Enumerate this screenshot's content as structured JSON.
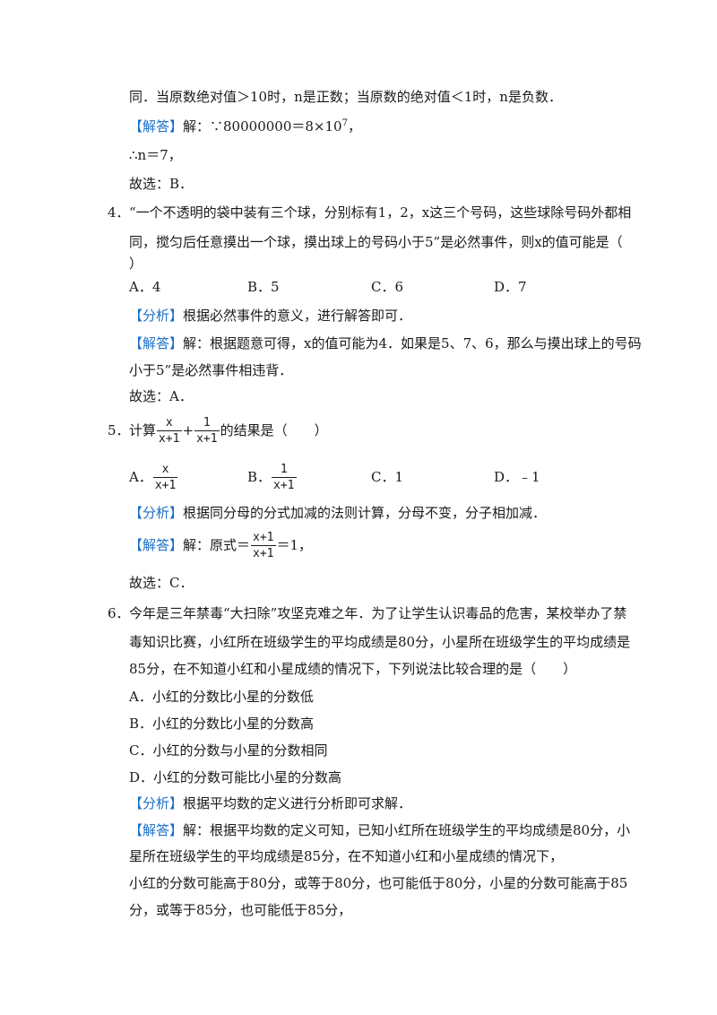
{
  "q3": {
    "cont": "同．当原数绝对值＞10时，n是正数；当原数的绝对值＜1时，n是负数．",
    "answer_tag": "【解答】",
    "answer_pre": "解：∵80000000＝8×10",
    "answer_sup": "7",
    "answer_post": "，",
    "step": "∴n＝7，",
    "choose": "故选：B．"
  },
  "q4": {
    "number": "4．",
    "text1": "“一个不透明的袋中装有三个球，分别标有1，2，x这三个号码，这些球除号码外都相",
    "text2": "同，搅匀后任意摸出一个球，摸出球上的号码小于5”是必然事件，则x的值可能是（",
    "text3": "）",
    "options": [
      "A．4",
      "B．5",
      "C．6",
      "D．7"
    ],
    "analysis_tag": "【分析】",
    "analysis": "根据必然事件的意义，进行解答即可．",
    "answer_tag": "【解答】",
    "answer1": "解：根据题意可得，x的值可能为4．如果是5、7、6，那么与摸出球上的号码",
    "answer2": "小于5”是必然事件相违背．",
    "choose": "故选：A．"
  },
  "q5": {
    "number": "5．",
    "text_pre": "计算",
    "frac1_num": "x",
    "frac1_den": "x+1",
    "plus": "+",
    "frac2_num": "1",
    "frac2_den": "x+1",
    "text_post": "的结果是（　　）",
    "optA_label": "A．",
    "optA_num": "x",
    "optA_den": "x+1",
    "optB_label": "B．",
    "optB_num": "1",
    "optB_den": "x+1",
    "optC": "C．1",
    "optD": "D．﹣1",
    "analysis_tag": "【分析】",
    "analysis": "根据同分母的分式加减的法则计算，分母不变，分子相加减．",
    "answer_tag": "【解答】",
    "answer_pre": "解：原式＝",
    "answer_num": "x+1",
    "answer_den": "x+1",
    "answer_post": "＝1，",
    "choose": "故选：C．"
  },
  "q6": {
    "number": "6．",
    "text1": "今年是三年禁毒“大扫除”攻坚克难之年．为了让学生认识毒品的危害，某校举办了禁",
    "text2": "毒知识比赛，小红所在班级学生的平均成绩是80分，小星所在班级学生的平均成绩是",
    "text3": "85分，在不知道小红和小星成绩的情况下，下列说法比较合理的是（　　）",
    "options": [
      "A．小红的分数比小星的分数低",
      "B．小红的分数比小星的分数高",
      "C．小红的分数与小星的分数相同",
      "D．小红的分数可能比小星的分数高"
    ],
    "analysis_tag": "【分析】",
    "analysis": "根据平均数的定义进行分析即可求解．",
    "answer_tag": "【解答】",
    "answer1": "解：根据平均数的定义可知，已知小红所在班级学生的平均成绩是80分，小",
    "answer2": "星所在班级学生的平均成绩是85分，在不知道小红和小星成绩的情况下，",
    "answer3": "小红的分数可能高于80分，或等于80分，也可能低于80分，小星的分数可能高于85",
    "answer4": "分，或等于85分，也可能低于85分，"
  }
}
